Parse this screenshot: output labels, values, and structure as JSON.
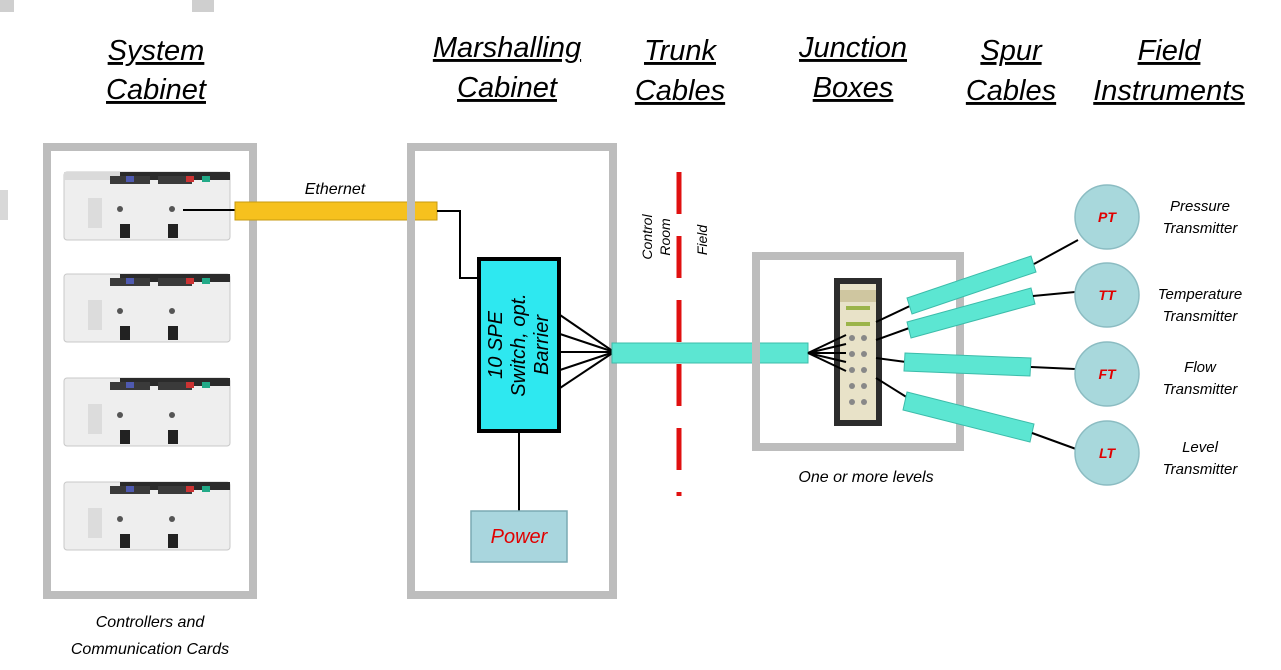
{
  "headers": {
    "system": [
      "System",
      "Cabinet"
    ],
    "marshalling": [
      "Marshalling",
      "Cabinet"
    ],
    "trunk": [
      "Trunk",
      "Cables"
    ],
    "junction": [
      "Junction",
      "Boxes"
    ],
    "spur": [
      "Spur",
      "Cables"
    ],
    "field": [
      "Field",
      "Instruments"
    ]
  },
  "labels": {
    "ethernet": "Ethernet",
    "switch": [
      "10 SPE",
      "Switch, opt.",
      "Barrier"
    ],
    "power": "Power",
    "control_room": [
      "Control",
      "Room"
    ],
    "field": "Field",
    "levels": "One or more levels",
    "controllers": [
      "Controllers and",
      "Communication Cards"
    ]
  },
  "instruments": [
    {
      "tag": "PT",
      "name": [
        "Pressure",
        "Transmitter"
      ]
    },
    {
      "tag": "TT",
      "name": [
        "Temperature",
        "Transmitter"
      ]
    },
    {
      "tag": "FT",
      "name": [
        "Flow",
        "Transmitter"
      ]
    },
    {
      "tag": "LT",
      "name": [
        "Level",
        "Transmitter"
      ]
    }
  ],
  "colors": {
    "cabinet_border": "#bdbdbd",
    "ethernet_cable": "#f6c11e",
    "trunk_cable": "#5ce6d2",
    "switch_fill": "#2ee8f0",
    "power_fill": "#a9d6de",
    "instrument_fill": "#a8d8dc",
    "divider": "#e01010"
  }
}
